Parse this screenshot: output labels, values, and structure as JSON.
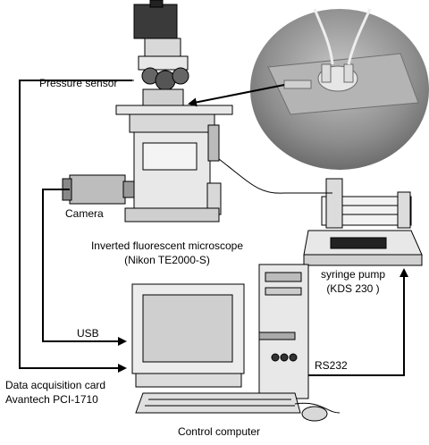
{
  "labels": {
    "pressure_sensor": "Pressure sensor",
    "camera": "Camera",
    "microscope_line1": "Inverted fluorescent microscope",
    "microscope_line2": "(Nikon TE2000-S)",
    "syringe_line1": "syringe pump",
    "syringe_line2": "(KDS 230 )",
    "usb": "USB",
    "rs232": "RS232",
    "daq_line1": "Data acquisition card",
    "daq_line2": "Avantech PCI-1710",
    "control_computer": "Control computer"
  },
  "colors": {
    "line": "#000000",
    "photo_bg": "#9a9a9a",
    "device_fill": "#e8e8e8"
  }
}
